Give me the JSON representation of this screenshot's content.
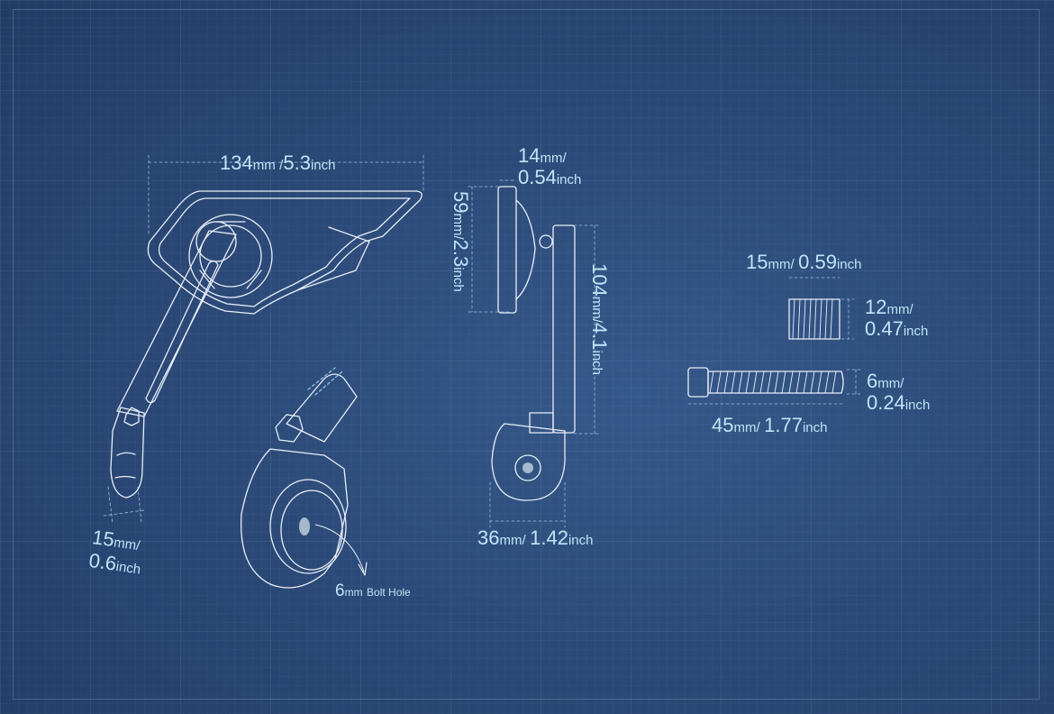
{
  "colors": {
    "background": "#2b4a78",
    "line": "#e8eef6",
    "label": "#bfe4f5",
    "dim": "#8fc3dd"
  },
  "dims": {
    "width_main": {
      "mm": "134",
      "mm_unit": "mm",
      "sep": "/",
      "inch": "5.3",
      "inch_unit": "inch"
    },
    "arm_width": {
      "mm": "15",
      "mm_unit": "mm",
      "sep": "/",
      "inch": "0.6",
      "inch_unit": "inch"
    },
    "bolt_hole": {
      "value": "6",
      "unit": "mm",
      "text": "Bolt Hole"
    },
    "depth": {
      "mm": "14",
      "mm_unit": "mm",
      "sep": "/",
      "inch": "0.54",
      "inch_unit": "inch"
    },
    "mirror_height": {
      "mm": "59",
      "mm_unit": "mm",
      "sep": "/",
      "inch": "2.3",
      "inch_unit": "inch"
    },
    "arm_height": {
      "mm": "104",
      "mm_unit": "mm",
      "sep": "/",
      "inch": "4.1",
      "inch_unit": "inch"
    },
    "clamp_width": {
      "mm": "36",
      "mm_unit": "mm",
      "sep": "/",
      "inch": "1.42",
      "inch_unit": "inch"
    },
    "nut_dia": {
      "mm": "15",
      "mm_unit": "mm",
      "sep": "/",
      "inch": "0.59",
      "inch_unit": "inch"
    },
    "nut_len": {
      "mm": "12",
      "mm_unit": "mm",
      "sep": "/",
      "inch": "0.47",
      "inch_unit": "inch"
    },
    "bolt_dia": {
      "mm": "6",
      "mm_unit": "mm",
      "sep": "/",
      "inch": "0.24",
      "inch_unit": "inch"
    },
    "bolt_len": {
      "mm": "45",
      "mm_unit": "mm",
      "sep": "/",
      "inch": "1.77",
      "inch_unit": "inch"
    }
  }
}
